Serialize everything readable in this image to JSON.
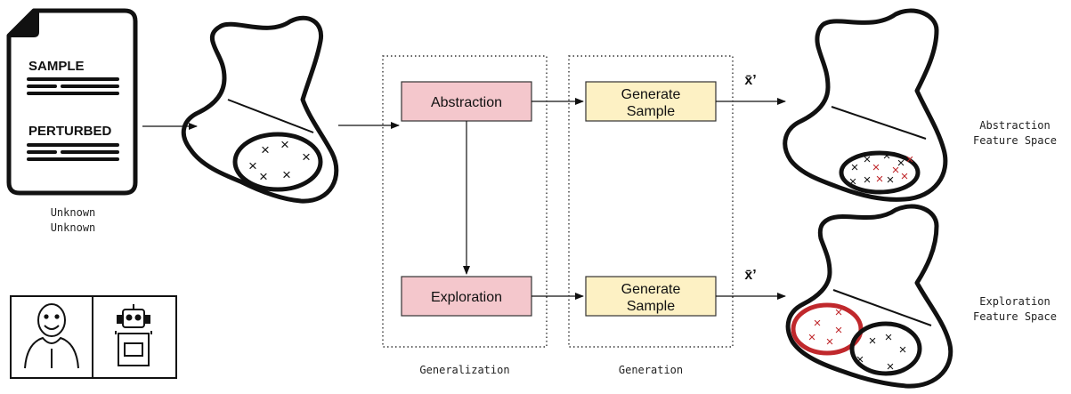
{
  "document": {
    "line1": "SAMPLE",
    "line2": "PERTURBED",
    "caption_line1": "Unknown",
    "caption_line2": "Unknown"
  },
  "boxes": {
    "abstraction": "Abstraction",
    "exploration": "Exploration",
    "generate_top_line1": "Generate",
    "generate_top_line2": "Sample",
    "generate_bottom_line1": "Generate",
    "generate_bottom_line2": "Sample"
  },
  "stage_labels": {
    "generalization": "Generalization",
    "generation": "Generation"
  },
  "outputs": {
    "top_symbol": "x̄’",
    "bottom_symbol": "x̄’",
    "top_caption_line1": "Abstraction",
    "top_caption_line2": "Feature Space",
    "bottom_caption_line1": "Exploration",
    "bottom_caption_line2": "Feature Space"
  },
  "colors": {
    "box_pink": "#f4c7cc",
    "box_yellow": "#fdf1c4",
    "red_mark": "#c0282c",
    "black": "#111111"
  }
}
